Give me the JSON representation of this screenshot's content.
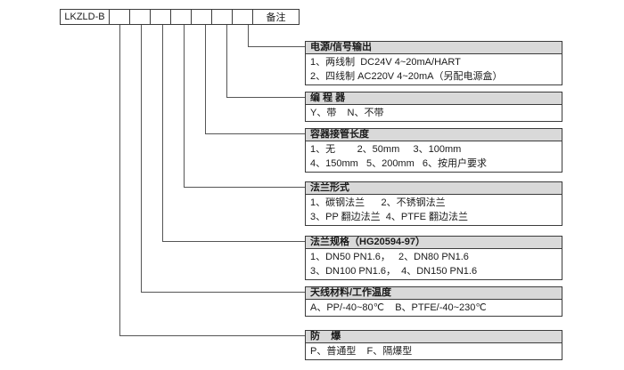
{
  "model_row": {
    "model": "LKZLD-B",
    "code_box_count": 7,
    "remark": "备注"
  },
  "sections": [
    {
      "title": "电源/信号输出",
      "lines": [
        "1、两线制  DC24V 4~20mA/HART",
        "2、四线制 AC220V 4~20mA（另配电源盒）"
      ]
    },
    {
      "title": "编 程 器",
      "lines": [
        "Y、带    N、不带"
      ]
    },
    {
      "title": "容器接管长度",
      "lines": [
        "1、无        2、50mm     3、100mm",
        "4、150mm   5、200mm   6、按用户要求"
      ]
    },
    {
      "title": "法兰形式",
      "lines": [
        "1、碳钢法兰      2、不锈钢法兰",
        "3、PP 翻边法兰  4、PTFE 翻边法兰"
      ]
    },
    {
      "title": "法兰规格（HG20594-97）",
      "lines": [
        "1、DN50 PN1.6，   2、DN80 PN1.6",
        "3、DN100 PN1.6，  4、DN150 PN1.6"
      ]
    },
    {
      "title": "天线材料/工作温度",
      "lines": [
        "A、PP/-40~80℃    B、PTFE/-40~230℃"
      ]
    },
    {
      "title": "防    爆",
      "lines": [
        "P、普通型    F、隔爆型"
      ]
    }
  ],
  "colors": {
    "header_bg": "#d9d9d9",
    "box_border": "#3c3c3c",
    "connector_line": "#555555",
    "text": "#1a1a1a",
    "page_bg": "#ffffff"
  }
}
